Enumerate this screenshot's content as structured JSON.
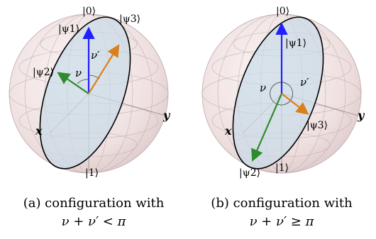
{
  "figure": {
    "panel_a": {
      "ket_zero": "|0⟩",
      "ket_one": "|1⟩",
      "ket_psi1": "|ψ1⟩",
      "ket_psi2": "|ψ2⟩",
      "ket_psi3": "|ψ3⟩",
      "angle_nu": "ν",
      "angle_nu_prime": "ν′",
      "axis_x": "x",
      "axis_y": "y",
      "caption_line1": "(a) configuration with",
      "caption_line2": "ν + ν′ < π"
    },
    "panel_b": {
      "ket_zero": "|0⟩",
      "ket_one": "|1⟩",
      "ket_psi1": "|ψ1⟩",
      "ket_psi2": "|ψ2⟩",
      "ket_psi3": "|ψ3⟩",
      "angle_nu": "ν",
      "angle_nu_prime": "ν′",
      "axis_x": "x",
      "axis_y": "y",
      "caption_line1": "(b) configuration with",
      "caption_line2": "ν + ν′ ≥ π"
    }
  },
  "colors": {
    "psi_blue": "#1f1fff",
    "psi_green": "#2e8b2e",
    "psi_orange": "#d9801a",
    "plane_fill": "#c9dce8",
    "sphere_fill": "#f3e6e6"
  }
}
